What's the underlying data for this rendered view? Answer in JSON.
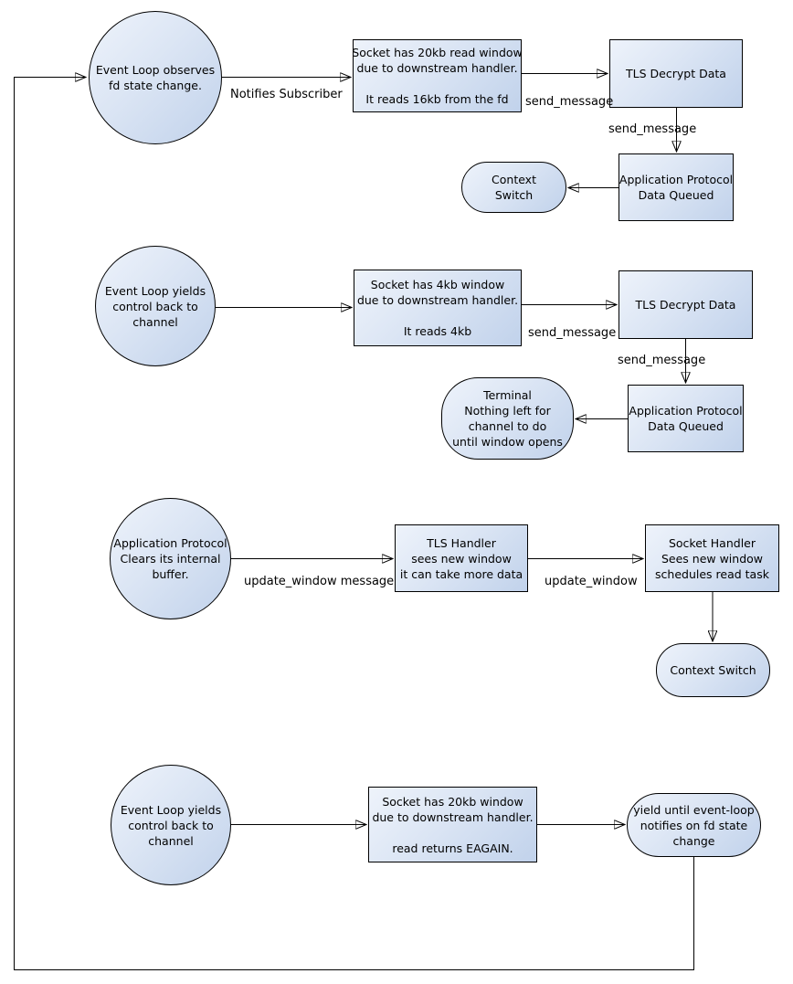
{
  "diagram": {
    "colors": {
      "background": "#ffffff",
      "node_fill_light": "#eef3fb",
      "node_fill_dark": "#c1d2eb",
      "node_border": "#000000",
      "edge": "#000000"
    },
    "nodes": {
      "c1": {
        "shape": "circle",
        "lines": [
          "Event Loop observes",
          "fd state change."
        ]
      },
      "b1": {
        "shape": "box",
        "lines": [
          "Socket has 20kb read window",
          "due to downstream handler.",
          "",
          "It reads 16kb from the fd"
        ]
      },
      "tls1": {
        "shape": "box",
        "lines": [
          "TLS Decrypt Data"
        ]
      },
      "apq1": {
        "shape": "box",
        "lines": [
          "Application Protocol",
          "Data Queued"
        ]
      },
      "cs1": {
        "shape": "terminal",
        "lines": [
          "Context",
          "Switch"
        ]
      },
      "c2": {
        "shape": "circle",
        "lines": [
          "Event Loop yields",
          "control back to",
          "channel"
        ]
      },
      "b2": {
        "shape": "box",
        "lines": [
          "Socket has 4kb window",
          "due to downstream handler.",
          "",
          "It reads 4kb"
        ]
      },
      "tls2": {
        "shape": "box",
        "lines": [
          "TLS Decrypt Data"
        ]
      },
      "apq2": {
        "shape": "box",
        "lines": [
          "Application Protocol",
          "Data Queued"
        ]
      },
      "term": {
        "shape": "terminal",
        "lines": [
          "Terminal",
          "Nothing left for",
          "channel to do",
          "until window opens"
        ]
      },
      "c3": {
        "shape": "circle",
        "lines": [
          "Application Protocol",
          "Clears its internal",
          "buffer."
        ]
      },
      "tlsh": {
        "shape": "box",
        "lines": [
          "TLS Handler",
          "sees new window",
          "it can take more data"
        ]
      },
      "sockh": {
        "shape": "box",
        "lines": [
          "Socket Handler",
          "Sees new window",
          "schedules read task"
        ]
      },
      "cs2": {
        "shape": "terminal",
        "lines": [
          "Context Switch"
        ]
      },
      "c4": {
        "shape": "circle",
        "lines": [
          "Event Loop yields",
          "control back to",
          "channel"
        ]
      },
      "b4": {
        "shape": "box",
        "lines": [
          "Socket has 20kb window",
          "due to downstream handler.",
          "",
          "read returns EAGAIN."
        ]
      },
      "yield": {
        "shape": "terminal",
        "lines": [
          "yield until event-loop",
          "notifies on fd state",
          "change"
        ]
      }
    },
    "edge_labels": {
      "notifies_subscriber": "Notifies Subscriber",
      "send_message_1": "send_message",
      "send_message_2": "send_message",
      "send_message_3": "send_message",
      "send_message_4": "send_message",
      "update_window_message": "update_window message",
      "update_window": "update_window"
    }
  }
}
